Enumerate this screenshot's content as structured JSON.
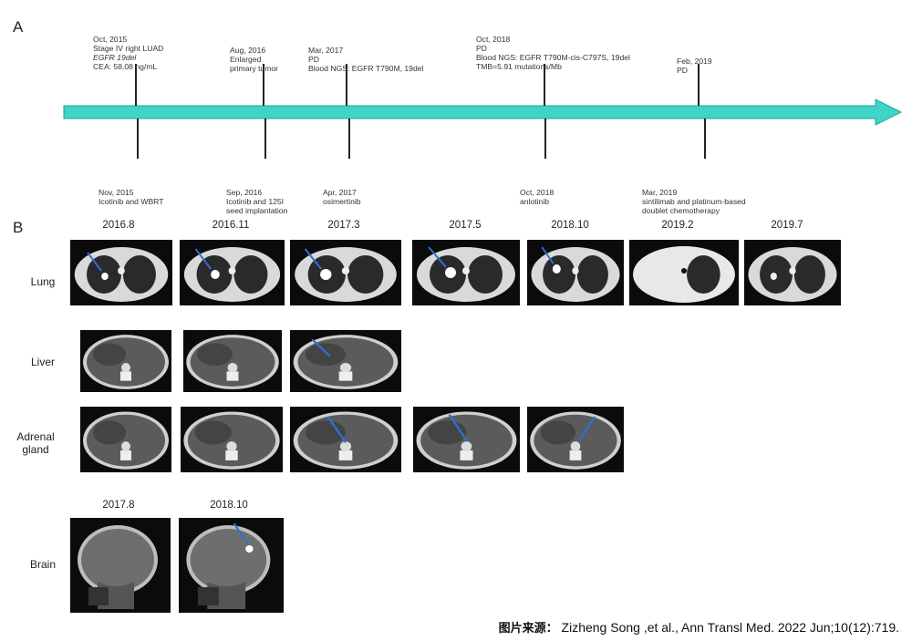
{
  "panels": {
    "a": "A",
    "b": "B"
  },
  "timeline": {
    "above": [
      {
        "id": "t1",
        "lines": [
          "Oct, 2015",
          "Stage IV right LUAD",
          "EGFR 19del",
          "CEA: 58.08 ng/mL"
        ]
      },
      {
        "id": "t2",
        "lines": [
          "Aug, 2016",
          "Enlarged",
          "primary tumor"
        ]
      },
      {
        "id": "t3",
        "lines": [
          "Mar, 2017",
          "PD",
          "Blood NGS: EGFR T790M, 19del"
        ]
      },
      {
        "id": "t4",
        "lines": [
          "Oct, 2018",
          "PD",
          "Blood NGS: EGFR T790M-cis-C797S, 19del",
          "TMB=5.91 mutations/Mb"
        ]
      },
      {
        "id": "t5",
        "lines": [
          "Feb, 2019",
          "PD"
        ]
      }
    ],
    "below": [
      {
        "id": "b1",
        "lines": [
          "Nov, 2015",
          "Icotinib and WBRT"
        ]
      },
      {
        "id": "b2",
        "lines": [
          "Sep, 2016",
          "Icotinib and 125I",
          "seed implantation"
        ]
      },
      {
        "id": "b3",
        "lines": [
          "Apr, 2017",
          "osimertinib"
        ]
      },
      {
        "id": "b4",
        "lines": [
          "Oct, 2018",
          "anlotinib"
        ]
      },
      {
        "id": "b5",
        "lines": [
          "Mar, 2019",
          "sintilimab and platinum-based",
          "doublet chemotherapy"
        ]
      }
    ]
  },
  "columns": [
    "2016.8",
    "2016.11",
    "2017.3",
    "2017.5",
    "2018.10",
    "2019.2",
    "2019.7"
  ],
  "rows": {
    "lung": "Lung",
    "liver": "Liver",
    "adrenal": [
      "Adrenal",
      "gland"
    ],
    "brain": "Brain"
  },
  "brain_columns": [
    "2017.8",
    "2018.10"
  ],
  "source": {
    "prefix": "图片来源：",
    "text": " Zizheng Song ,et al., Ann Transl Med. 2022 Jun;10(12):719."
  },
  "colors": {
    "timeline_arrow": "#3fd4c4",
    "annotation_arrow": "#2f6fd6"
  }
}
